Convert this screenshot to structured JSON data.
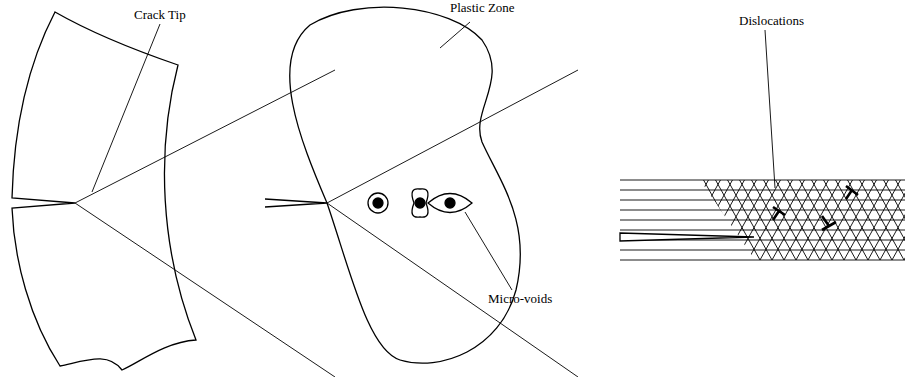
{
  "diagram": {
    "labels": [
      "Crack Tip",
      "Plastic Zone",
      "Micro-voids",
      "Dislocations"
    ]
  }
}
